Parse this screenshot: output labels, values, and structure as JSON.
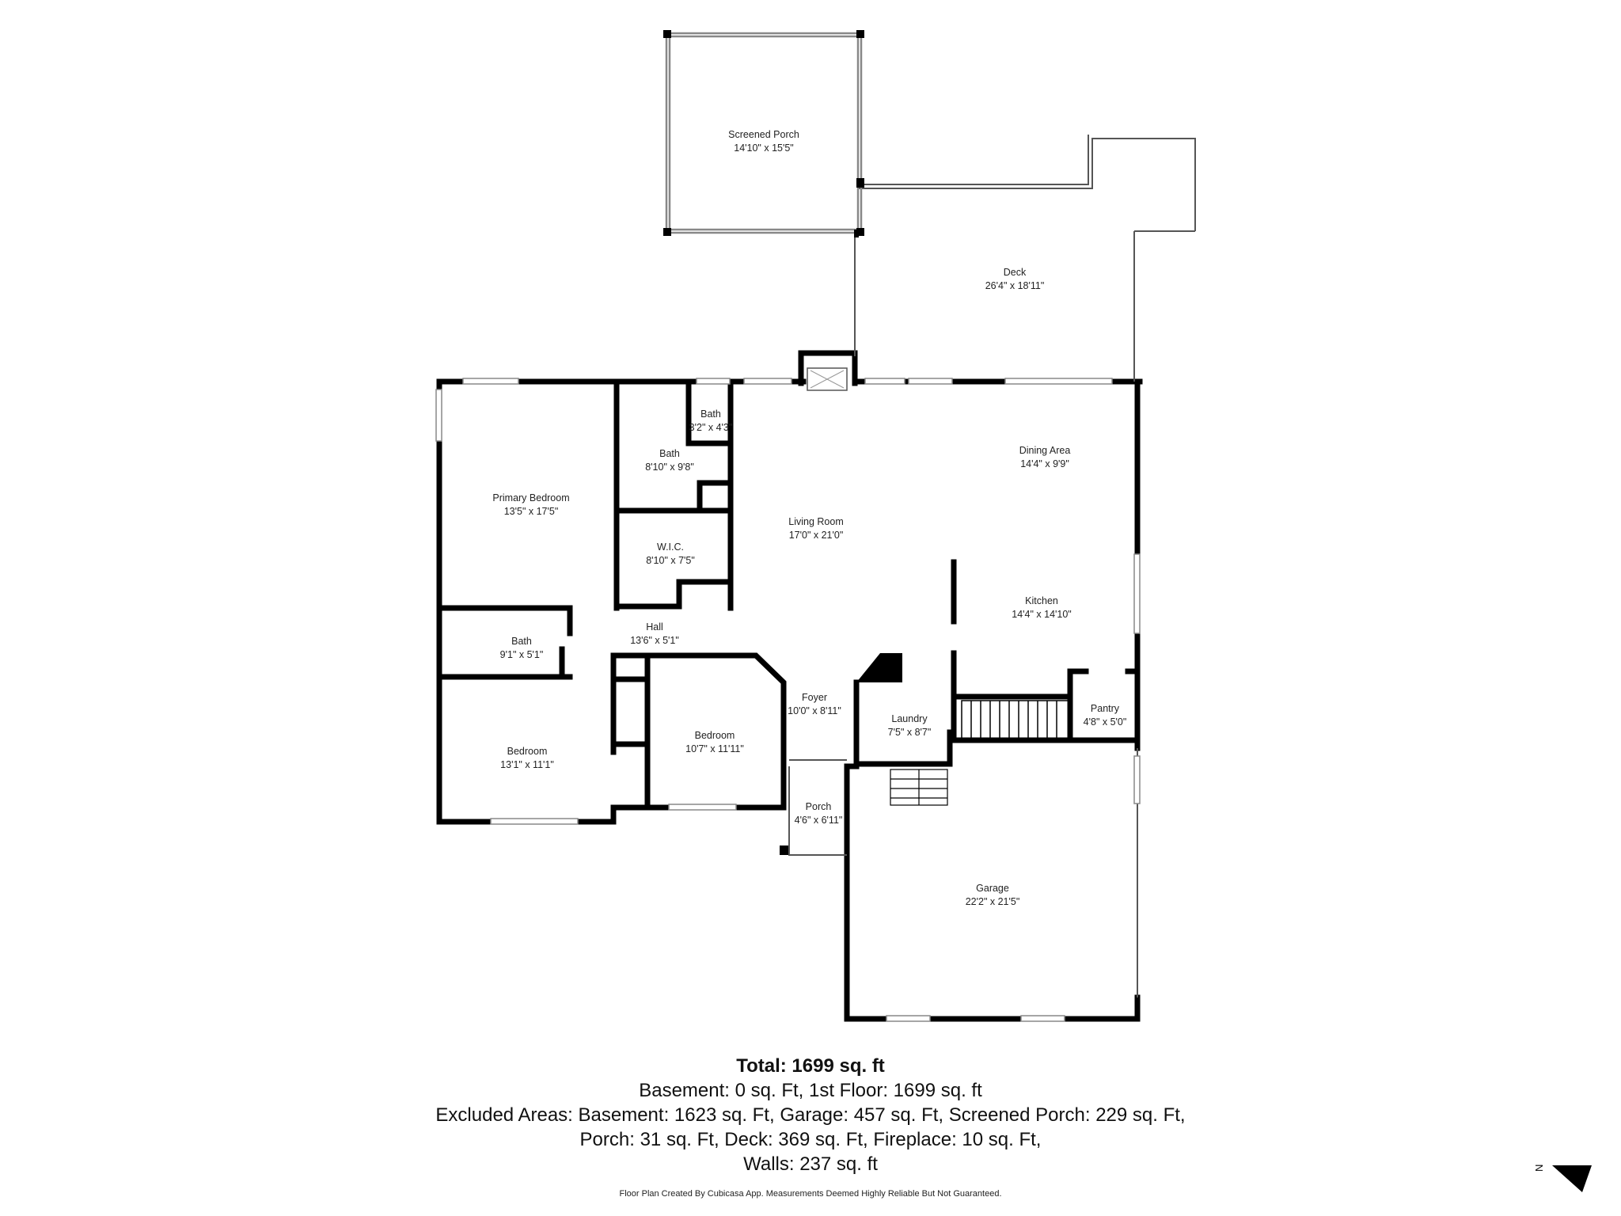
{
  "rooms": {
    "screened_porch": {
      "name": "Screened Porch",
      "dims": "14'10\" x 15'5\""
    },
    "deck": {
      "name": "Deck",
      "dims": "26'4\" x 18'11\""
    },
    "bath_small": {
      "name": "Bath",
      "dims": "3'2\" x 4'3\""
    },
    "bath_primary": {
      "name": "Bath",
      "dims": "8'10\" x 9'8\""
    },
    "primary_bedroom": {
      "name": "Primary Bedroom",
      "dims": "13'5\" x 17'5\""
    },
    "wic": {
      "name": "W.I.C.",
      "dims": "8'10\" x 7'5\""
    },
    "living_room": {
      "name": "Living Room",
      "dims": "17'0\" x 21'0\""
    },
    "dining_area": {
      "name": "Dining Area",
      "dims": "14'4\" x 9'9\""
    },
    "kitchen": {
      "name": "Kitchen",
      "dims": "14'4\" x 14'10\""
    },
    "hall": {
      "name": "Hall",
      "dims": "13'6\" x 5'1\""
    },
    "bath_hall": {
      "name": "Bath",
      "dims": "9'1\" x 5'1\""
    },
    "foyer": {
      "name": "Foyer",
      "dims": "10'0\" x 8'11\""
    },
    "laundry": {
      "name": "Laundry",
      "dims": "7'5\" x 8'7\""
    },
    "pantry": {
      "name": "Pantry",
      "dims": "4'8\" x 5'0\""
    },
    "bedroom_1": {
      "name": "Bedroom",
      "dims": "13'1\" x 11'1\""
    },
    "bedroom_2": {
      "name": "Bedroom",
      "dims": "10'7\" x 11'11\""
    },
    "porch": {
      "name": "Porch",
      "dims": "4'6\" x 6'11\""
    },
    "garage": {
      "name": "Garage",
      "dims": "22'2\" x 21'5\""
    }
  },
  "summary": {
    "total": "Total: 1699 sq. ft",
    "line1": "Basement: 0 sq. Ft, 1st Floor: 1699 sq. ft",
    "line2": "Excluded Areas: Basement: 1623 sq. Ft, Garage: 457 sq. Ft, Screened Porch: 229 sq. Ft,",
    "line3": "Porch: 31 sq. Ft, Deck: 369 sq. Ft, Fireplace: 10 sq. Ft,",
    "line4": "Walls: 237 sq. ft"
  },
  "disclaimer": "Floor Plan Created By Cubicasa App. Measurements Deemed Highly Reliable But Not Guaranteed.",
  "compass": {
    "label": "N",
    "icon": "north-arrow-icon"
  },
  "colors": {
    "wall": "#000000",
    "thin_wall": "#555555",
    "window": "#9a9a9a",
    "background": "#ffffff"
  }
}
